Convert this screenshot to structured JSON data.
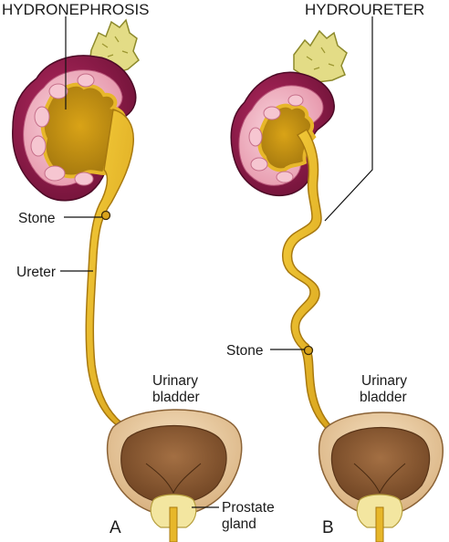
{
  "panel_a": {
    "panel_letter": "A",
    "title": "HYDRONEPHROSIS",
    "stone_label": "Stone",
    "ureter_label": "Ureter",
    "bladder_label_line1": "Urinary",
    "bladder_label_line2": "bladder",
    "prostate_label_line1": "Prostate",
    "prostate_label_line2": "gland"
  },
  "panel_b": {
    "panel_letter": "B",
    "title": "HYDROURETER",
    "stone_label": "Stone",
    "bladder_label_line1": "Urinary",
    "bladder_label_line2": "bladder"
  },
  "colors": {
    "kidney_outer": "#8e1b4c",
    "kidney_cortex": "#f1b3c3",
    "urine_fill": "#e7b72a",
    "urine_dark": "#b8860b",
    "adrenal": "#e3dc86",
    "bladder_wall": "#e6c79e",
    "bladder_inner": "#8b5a34"
  }
}
